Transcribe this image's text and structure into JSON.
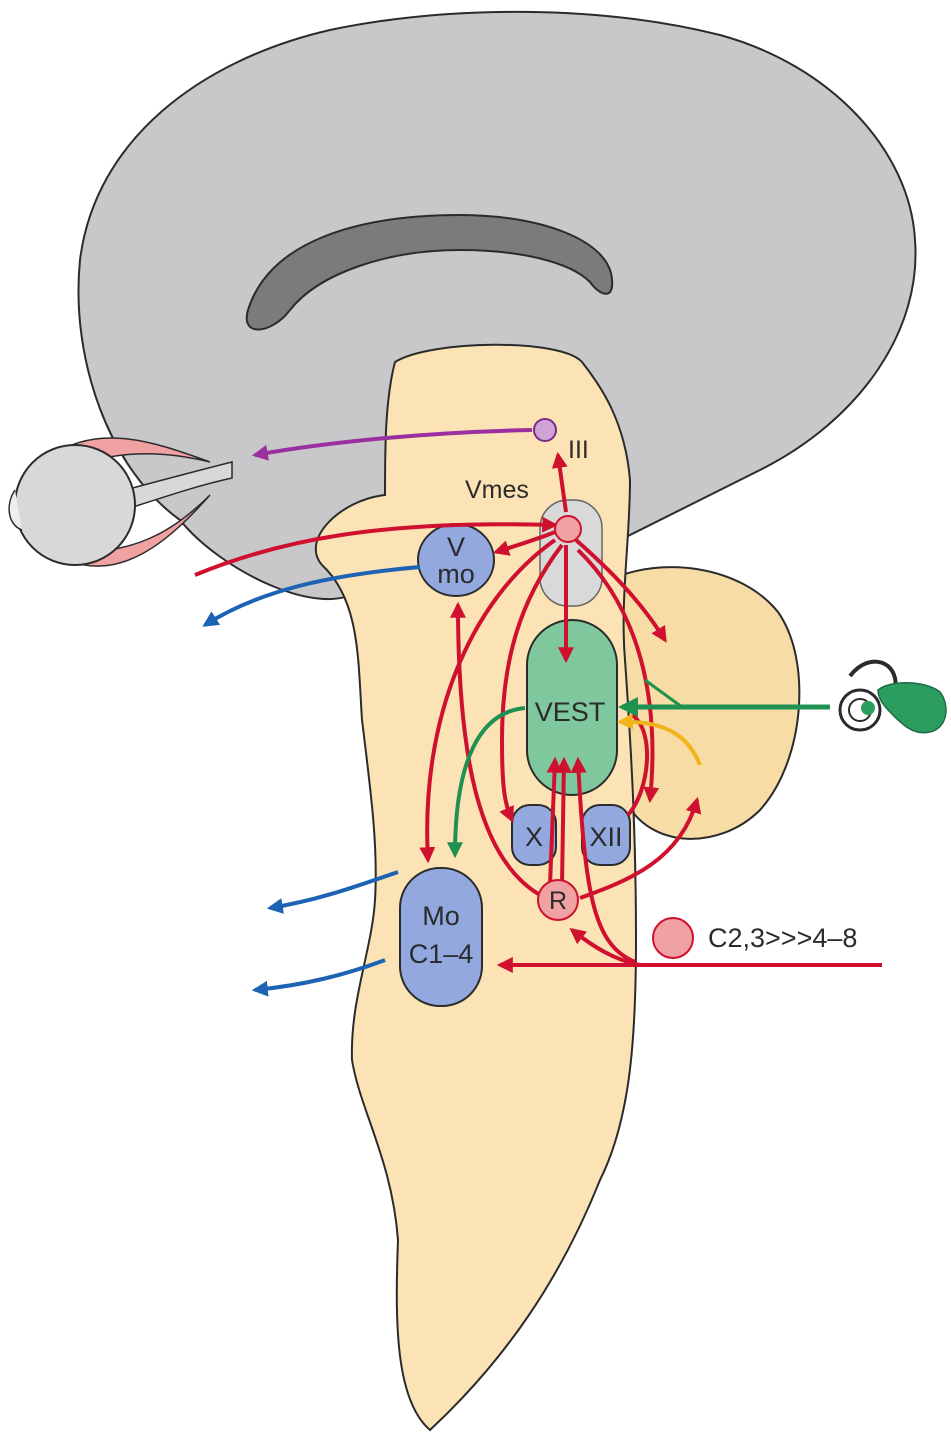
{
  "labels": {
    "oculomotor": "III",
    "mesencephalic_trigeminal": "Vmes",
    "trigeminal_motor_line1": "V",
    "trigeminal_motor_line2": "mo",
    "vestibular": "VEST",
    "vagus": "X",
    "hypoglossal": "XII",
    "reticular": "R",
    "cervical_motor_line1": "Mo",
    "cervical_motor_line2": "C1–4",
    "cervical_afferent": "C2,3>>>4–8"
  },
  "colors": {
    "cerebrum": "#c8c8ca",
    "ventricle": "#7b7b7d",
    "brainstem": "#fbe3b5",
    "cerebellum": "#f7dca6",
    "afferent": "#d0102f",
    "efferent": "#1d63b4",
    "vestibular": "#1f9150",
    "oculomotor": "#9a2fa0",
    "interaction": "#f2b41c",
    "motor_nucleus": "#92a8de",
    "vest_nucleus": "#7fc79d",
    "sensory_cell": "#f0a1a1",
    "oculomotor_cell": "#cfa3d8"
  }
}
